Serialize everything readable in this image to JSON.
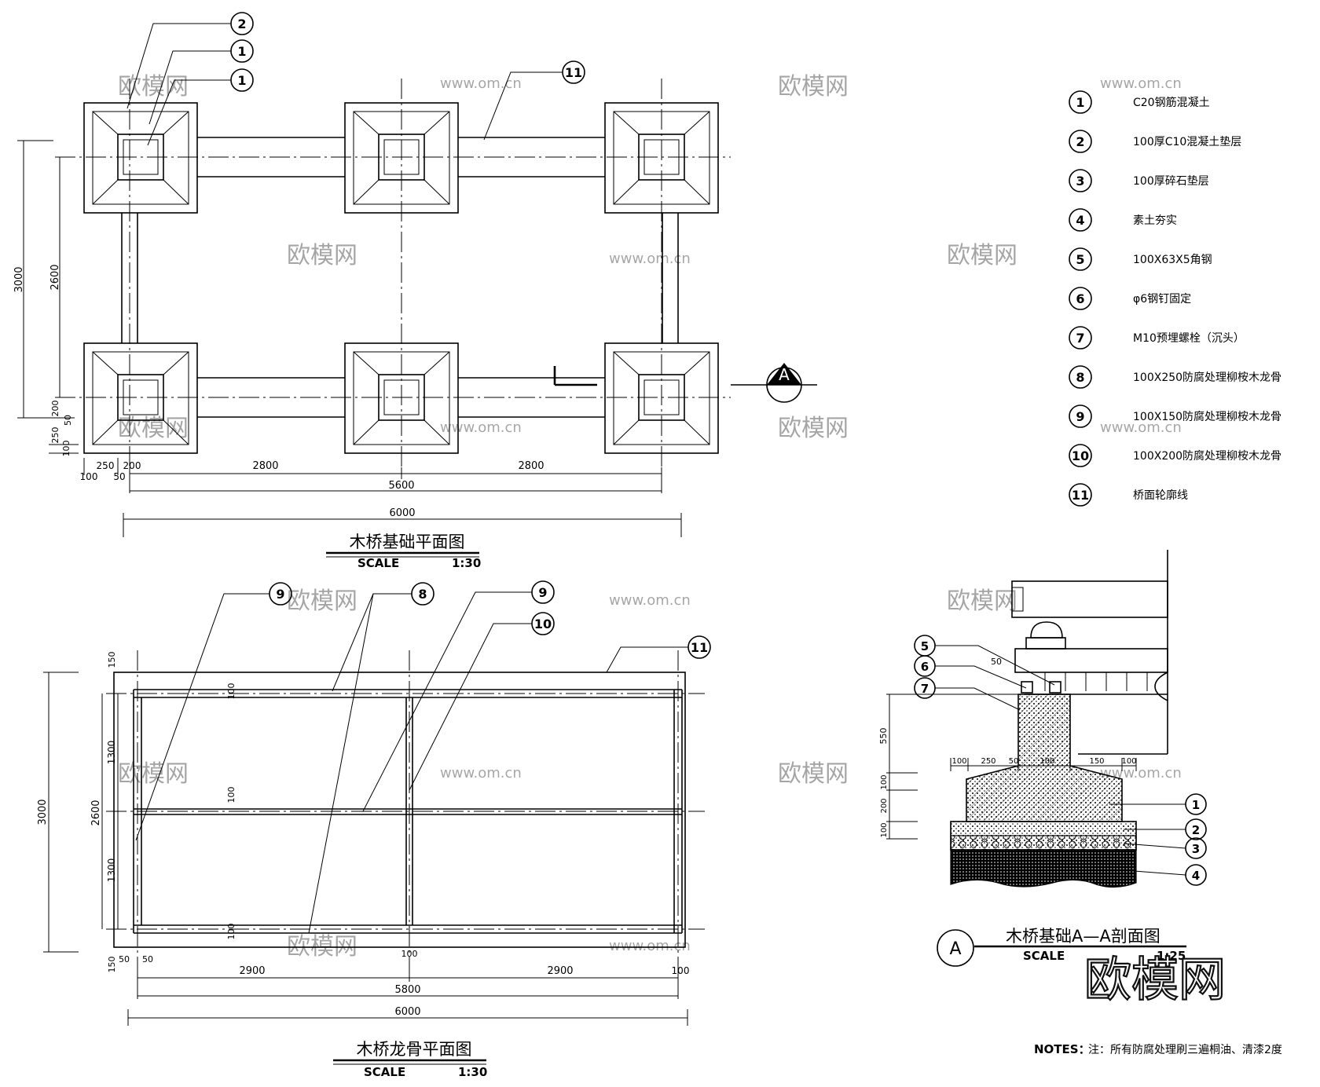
{
  "legend": [
    {
      "n": "1",
      "text": "C20钢筋混凝土"
    },
    {
      "n": "2",
      "text": "100厚C10混凝土垫层"
    },
    {
      "n": "3",
      "text": "100厚碎石垫层"
    },
    {
      "n": "4",
      "text": "素土夯实"
    },
    {
      "n": "5",
      "text": "100X63X5角钢"
    },
    {
      "n": "6",
      "text": "φ6钢钉固定"
    },
    {
      "n": "7",
      "text": "M10预埋螺栓（沉头）"
    },
    {
      "n": "8",
      "text": "100X250防腐处理柳桉木龙骨"
    },
    {
      "n": "9",
      "text": "100X150防腐处理柳桉木龙骨"
    },
    {
      "n": "10",
      "text": "100X200防腐处理柳桉木龙骨"
    },
    {
      "n": "11",
      "text": "桥面轮廓线"
    }
  ],
  "foundation_plan": {
    "title": "木桥基础平面图",
    "scale_label": "SCALE",
    "scale_value": "1:30",
    "callouts": [
      "2",
      "1",
      "1",
      "11"
    ],
    "dims": {
      "d2800a": "2800",
      "d2800b": "2800",
      "d5600": "5600",
      "d6000": "6000",
      "d250": "250",
      "d200": "200",
      "d100": "100",
      "d50": "50",
      "v3000": "3000",
      "v2600": "2600",
      "v200": "200",
      "v50": "50",
      "v250": "250",
      "v100": "100"
    },
    "section_mark": "A"
  },
  "joist_plan": {
    "title": "木桥龙骨平面图",
    "scale_label": "SCALE",
    "scale_value": "1:30",
    "callouts": [
      "9",
      "8",
      "9",
      "10",
      "11"
    ],
    "dims": {
      "d2900a": "2900",
      "d2900b": "2900",
      "d5800": "5800",
      "d6000": "6000",
      "d50a": "50",
      "d50b": "50",
      "d100r": "100",
      "d100c": "100",
      "v3000": "3000",
      "v2600": "2600",
      "v1300a": "1300",
      "v1300b": "1300",
      "v150a": "150",
      "v150b": "150",
      "v100a": "100",
      "v100b": "100",
      "v100c": "100"
    }
  },
  "section_aa": {
    "title": "木桥基础A—A剖面图",
    "scale_label": "SCALE",
    "scale_value": "1:25",
    "mark": "A",
    "callouts_left": [
      "5",
      "6",
      "7"
    ],
    "callouts_right": [
      "1",
      "2",
      "3",
      "4"
    ],
    "dims": {
      "top50": "50",
      "v550": "550",
      "v100a": "100",
      "v200": "200",
      "v100b": "100",
      "h100a": "100",
      "h250": "250",
      "h50": "50",
      "h100b": "100",
      "h150": "150",
      "h100c": "100"
    }
  },
  "notes": {
    "label": "NOTES：",
    "text": "注：所有防腐处理刷三遍桐油、清漆2度"
  },
  "watermark": {
    "brand": "欧模网",
    "url": "www.om.cn"
  }
}
